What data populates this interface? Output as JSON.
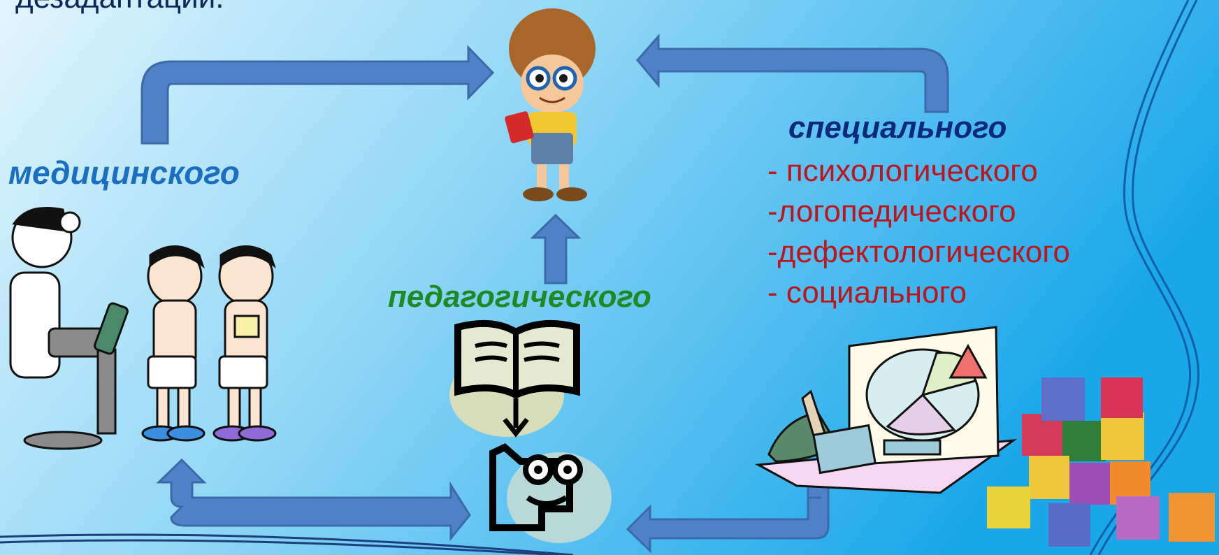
{
  "slide": {
    "title_fragment": "дезадаптации.",
    "nodes": {
      "medical": "медицинского",
      "pedagogical": "педагогического",
      "special": "специального"
    },
    "special_items": [
      "- психологического",
      "-логопедического",
      "-дефектологического",
      "- социального"
    ],
    "colors": {
      "background_light": "#e2f5fd",
      "background_dark": "#1aa7ea",
      "arrow_fill": "#4f81c7",
      "arrow_stroke": "#3a6aa8",
      "medical_text": "#1a6fc0",
      "pedagogical_text": "#1f8a23",
      "special_text": "#0d2a7a",
      "special_items_text": "#c0141c"
    }
  }
}
